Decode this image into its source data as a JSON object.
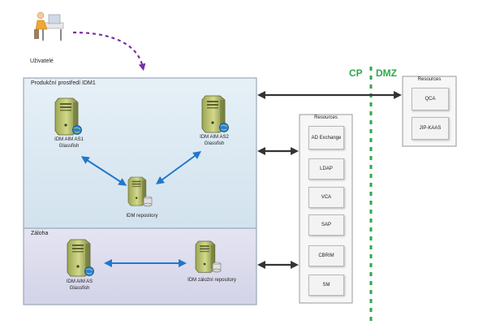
{
  "user": {
    "label": "Uživatelé"
  },
  "production": {
    "title": "Produkční prostředí IDM1",
    "server1": {
      "line1": "IDM AIM AS1",
      "line2": "Glassfish"
    },
    "server2": {
      "line1": "IDM AIM AS2",
      "line2": "Glassfish"
    },
    "repository": {
      "label": "IDM repository"
    }
  },
  "backup": {
    "title": "Záloha",
    "server": {
      "line1": "IDM AIM AS",
      "line2": "Glassfish"
    },
    "repository": {
      "label": "IDM záložní repository"
    }
  },
  "resources_internal": {
    "title": "Resources",
    "items": [
      "AD Exchange",
      "LDAP",
      "VCA",
      "SAP",
      "CBRIM",
      "SM"
    ]
  },
  "resources_dmz": {
    "title": "Resources",
    "items": [
      "QCA",
      "JIP-KAAS"
    ]
  },
  "zones": {
    "left": "CP",
    "right": "DMZ"
  },
  "colors": {
    "production_fill": "#dce9f3",
    "backup_fill": "#dcdcec",
    "arrow_blue": "#2277cc",
    "arrow_dark": "#333333",
    "arrow_purple": "#7a2fa3",
    "dmz_line": "#2ea84a"
  }
}
